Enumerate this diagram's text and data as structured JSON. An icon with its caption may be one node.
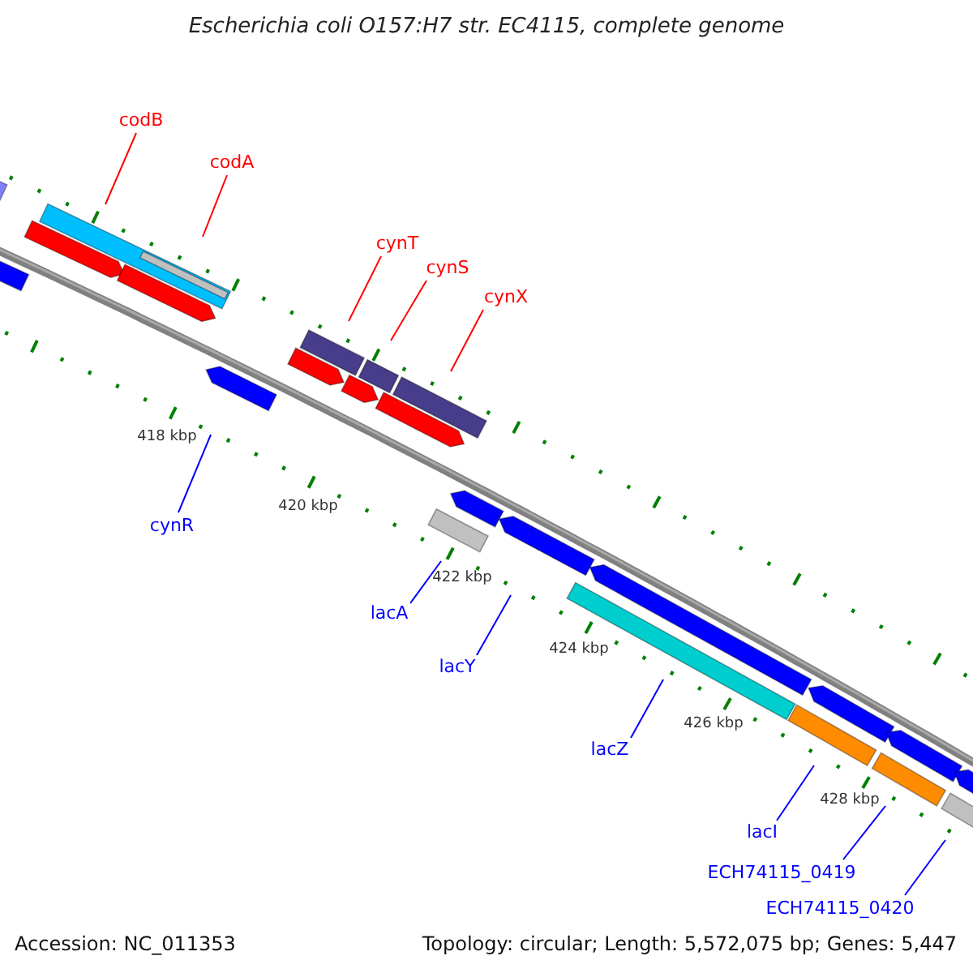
{
  "diagram": {
    "title": "Escherichia coli O157:H7 str. EC4115, complete genome",
    "nodes": [
      {
        "text": [
          "codB"
        ]
      },
      {
        "text": [
          "codA"
        ]
      },
      {
        "text": [
          "cynT"
        ]
      },
      {
        "text": [
          "cynS"
        ]
      },
      {
        "text": [
          "cynX"
        ]
      },
      {
        "text": [
          "cynR"
        ]
      },
      {
        "text": [
          "lacA"
        ]
      },
      {
        "text": [
          "lacY"
        ]
      },
      {
        "text": [
          "lacZ"
        ]
      },
      {
        "text": [
          "lacI"
        ]
      },
      {
        "text": [
          "ECH74115_0419"
        ]
      },
      {
        "text": [
          "ECH74115_0420"
        ]
      },
      {
        "text": [],
        "shape": "bar"
      },
      {
        "text": [],
        "shape": "bar",
        "in": 12
      },
      {
        "text": [],
        "shape": "bar"
      },
      {
        "text": [],
        "shape": "bar"
      },
      {
        "text": [],
        "shape": "bar"
      },
      {
        "text": [],
        "shape": "bar"
      },
      {
        "text": [],
        "shape": "bar"
      },
      {
        "text": [],
        "shape": "bar"
      },
      {
        "text": [],
        "shape": "bar"
      },
      {
        "text": [],
        "shape": "bar"
      },
      {
        "text": [],
        "shape": "bar"
      },
      {
        "text": [],
        "shape": "bar"
      },
      {
        "text": [],
        "shape": "bar"
      },
      {
        "text": [],
        "shape": "bar"
      },
      {
        "text": [],
        "shape": "bar"
      },
      {
        "text": [],
        "shape": "bar"
      },
      {
        "text": [],
        "shape": "bar"
      },
      {
        "text": [],
        "shape": "bar"
      },
      {
        "text": [],
        "shape": "bar"
      },
      {
        "text": [],
        "shape": "bar"
      },
      {
        "text": [],
        "shape": "bar"
      },
      {
        "text": [],
        "shape": "bar"
      },
      {
        "text": [],
        "shape": "bar"
      },
      {
        "text": [],
        "shape": "bar"
      }
    ],
    "edges": [
      {
        "from": 0,
        "to": 12,
        "arrow": "none",
        "color": "#ff0000"
      },
      {
        "from": 1,
        "to": 13,
        "arrow": "none",
        "color": "#ff0000"
      },
      {
        "from": 2,
        "to": 14,
        "arrow": "none",
        "color": "#ff0000"
      },
      {
        "from": 3,
        "to": 15,
        "arrow": "none",
        "color": "#ff0000"
      },
      {
        "from": 4,
        "to": 16,
        "arrow": "none",
        "color": "#ff0000"
      },
      {
        "from": 5,
        "to": 17,
        "arrow": "none"
      },
      {
        "from": 6,
        "to": 18,
        "arrow": "none"
      },
      {
        "from": 7,
        "to": 19,
        "arrow": "none"
      },
      {
        "from": 8,
        "to": 20,
        "arrow": "none"
      },
      {
        "from": 9,
        "to": 21,
        "arrow": "none"
      },
      {
        "from": 10,
        "to": 22,
        "arrow": "none"
      },
      {
        "from": 11,
        "to": 23,
        "arrow": "none"
      }
    ],
    "labels": [
      "418 kbp",
      "420 kbp",
      "422 kbp",
      "424 kbp",
      "426 kbp",
      "428 kbp",
      "Accession: NC_011353",
      "Topology: circular; Length: 5,572,075 bp; Genes: 5,447"
    ]
  }
}
